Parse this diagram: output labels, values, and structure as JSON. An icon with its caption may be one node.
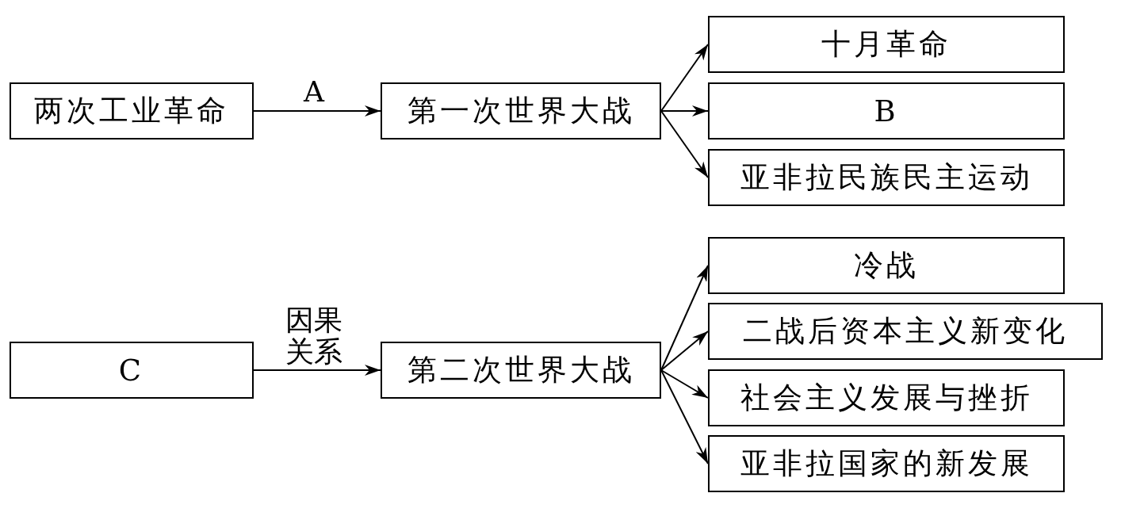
{
  "diagram": {
    "nodes": [
      {
        "text": [
          "两次工业革命"
        ]
      },
      {
        "text": [
          "第一次世界大战"
        ]
      },
      {
        "text": [
          "十月革命"
        ]
      },
      {
        "text": [
          "B"
        ]
      },
      {
        "text": [
          "亚非拉民族民主运动"
        ]
      },
      {
        "text": [
          "C"
        ]
      },
      {
        "text": [
          "第二次世界大战"
        ]
      },
      {
        "text": [
          "冷战"
        ]
      },
      {
        "text": [
          "二战后资本主义新变化"
        ]
      },
      {
        "text": [
          "社会主义发展与挫折"
        ]
      },
      {
        "text": [
          "亚非拉国家的新发展"
        ]
      }
    ],
    "edges": [
      {
        "from": 0,
        "to": 1,
        "arrow": "to",
        "label": "A"
      },
      {
        "from": 1,
        "to": 2,
        "arrow": "to"
      },
      {
        "from": 1,
        "to": 3,
        "arrow": "to"
      },
      {
        "from": 1,
        "to": 4,
        "arrow": "to"
      },
      {
        "from": 5,
        "to": 6,
        "arrow": "to",
        "label": "因果关系"
      },
      {
        "from": 6,
        "to": 7,
        "arrow": "to"
      },
      {
        "from": 6,
        "to": 8,
        "arrow": "to"
      },
      {
        "from": 6,
        "to": 9,
        "arrow": "to"
      },
      {
        "from": 6,
        "to": 10,
        "arrow": "to"
      }
    ]
  }
}
